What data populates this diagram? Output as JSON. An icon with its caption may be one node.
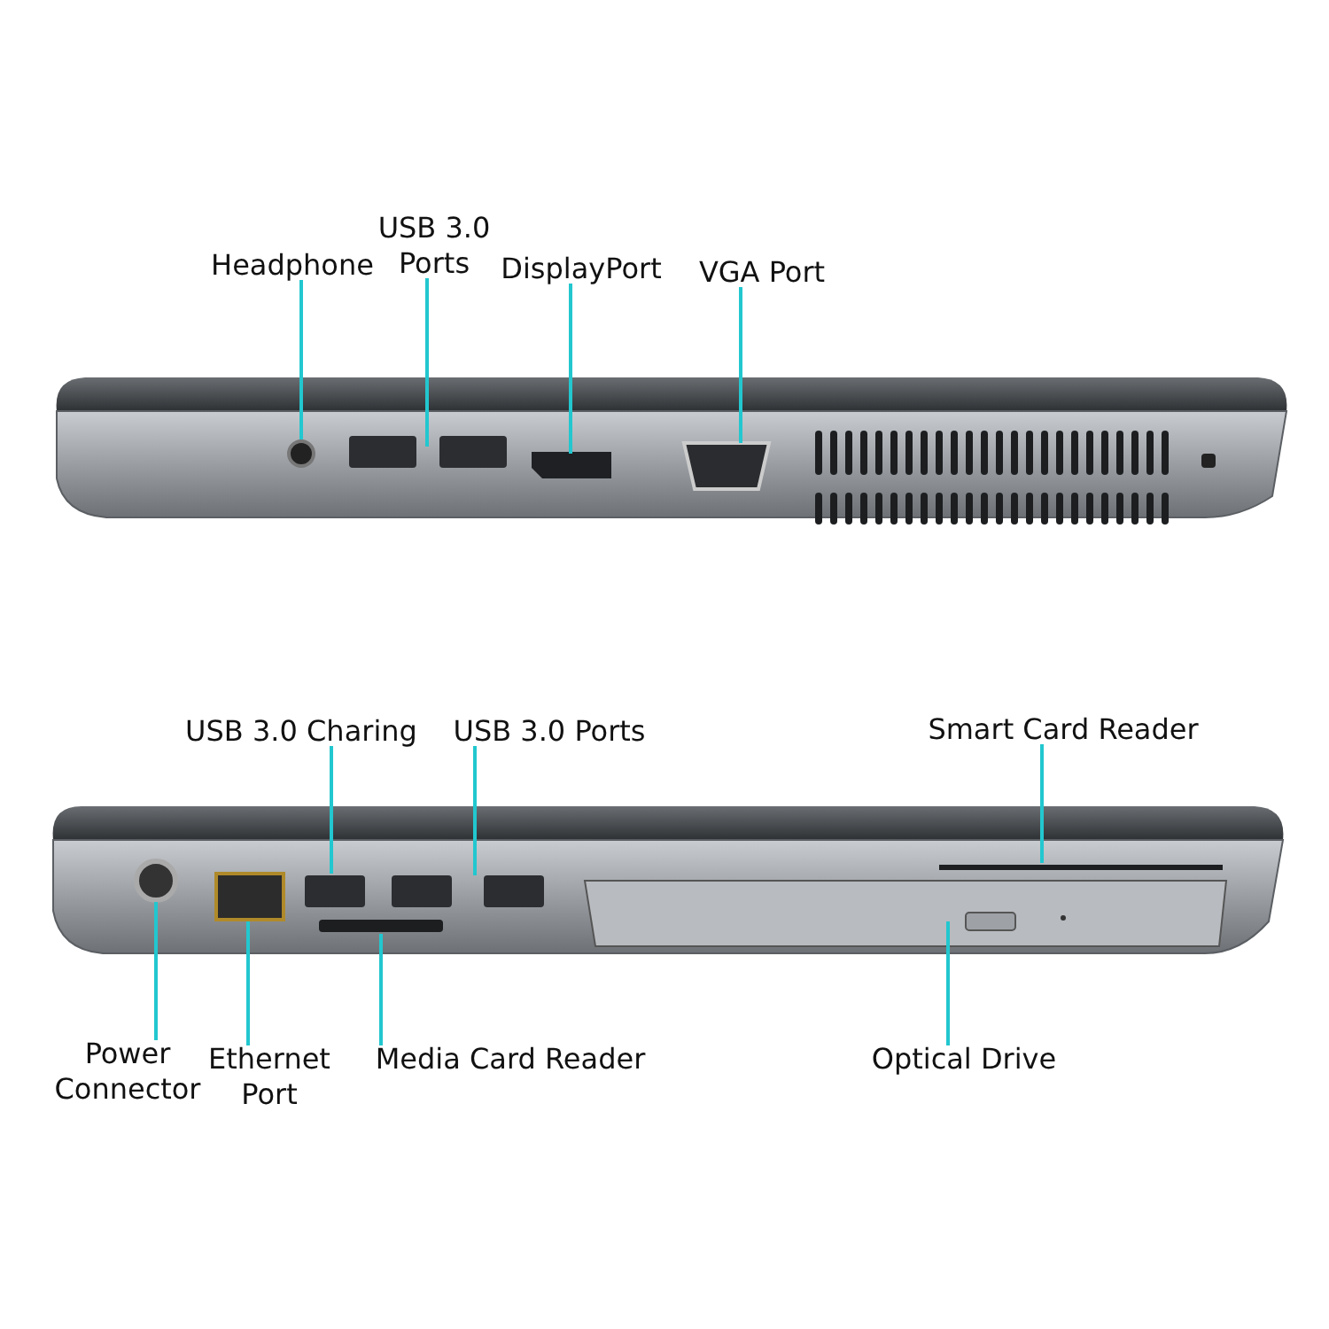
{
  "diagram": {
    "nodes": [
      {
        "text": [
          "Headphone"
        ]
      },
      {
        "text": [
          "USB 3.0 Ports"
        ]
      },
      {
        "text": [
          "DisplayPort"
        ]
      },
      {
        "text": [
          "VGA Port"
        ]
      },
      {
        "text": [
          "USB 3.0 Charing"
        ]
      },
      {
        "text": [
          "USB 3.0 Ports"
        ]
      },
      {
        "text": [
          "Smart Card Reader"
        ]
      },
      {
        "text": [
          "Power Connector"
        ]
      },
      {
        "text": [
          "Ethernet Port"
        ]
      },
      {
        "text": [
          "Media Card Reader"
        ]
      },
      {
        "text": [
          "Optical Drive"
        ]
      }
    ],
    "edges": [
      {
        "from": 0,
        "to": null,
        "arrow": "none"
      },
      {
        "from": 1,
        "to": null,
        "arrow": "none"
      },
      {
        "from": 2,
        "to": null,
        "arrow": "none"
      },
      {
        "from": 3,
        "to": null,
        "arrow": "none"
      },
      {
        "from": 4,
        "to": null,
        "arrow": "none"
      },
      {
        "from": 5,
        "to": null,
        "arrow": "none"
      },
      {
        "from": 6,
        "to": null,
        "arrow": "none"
      },
      {
        "from": 7,
        "to": null,
        "arrow": "none"
      },
      {
        "from": 8,
        "to": null,
        "arrow": "none"
      },
      {
        "from": 9,
        "to": null,
        "arrow": "none"
      },
      {
        "from": 10,
        "to": null,
        "arrow": "none"
      }
    ]
  }
}
